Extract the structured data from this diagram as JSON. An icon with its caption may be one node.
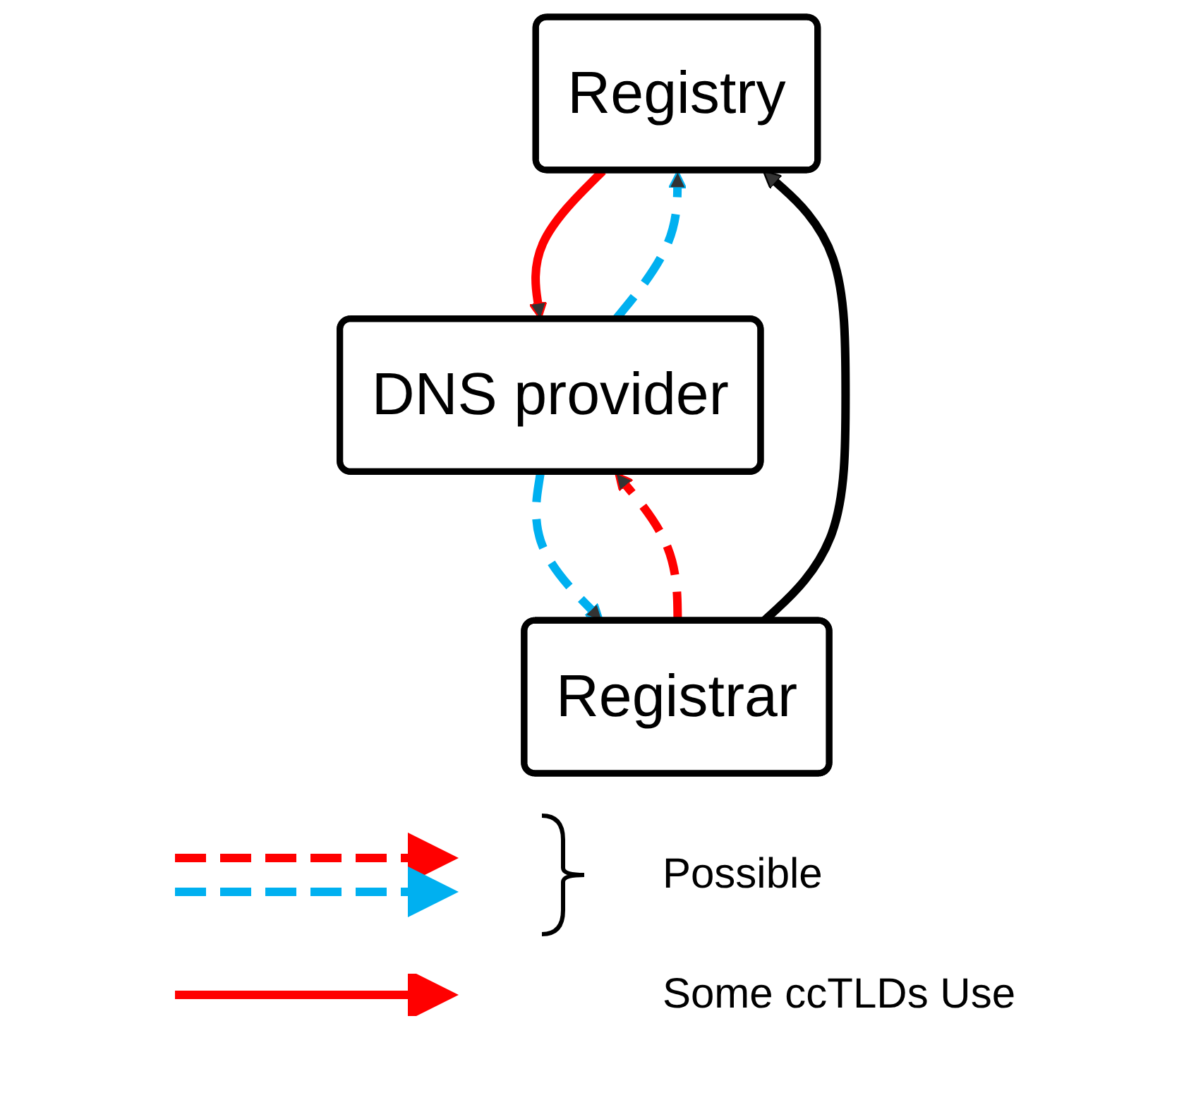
{
  "diagram": {
    "nodes": [
      {
        "text": [
          "Registry"
        ]
      },
      {
        "text": [
          "Registrar"
        ]
      },
      {
        "text": [
          "DNS provider"
        ]
      }
    ],
    "edges": [
      {
        "from": 1,
        "to": 0,
        "arrow": "to",
        "color": "#000000"
      },
      {
        "from": 0,
        "to": 2,
        "arrow": "to",
        "color": "#ff0000"
      },
      {
        "from": 1,
        "to": 2,
        "arrow": "to",
        "style": "dashed",
        "color": "#ff0000"
      },
      {
        "from": 2,
        "to": 0,
        "arrow": "to",
        "style": "dashed",
        "color": "#00b0f0"
      },
      {
        "from": 2,
        "to": 1,
        "arrow": "to",
        "style": "dashed",
        "color": "#00b0f0"
      }
    ],
    "legend": [
      {
        "text": "Possible"
      },
      {
        "text": "Some ccTLDs Use"
      }
    ]
  }
}
